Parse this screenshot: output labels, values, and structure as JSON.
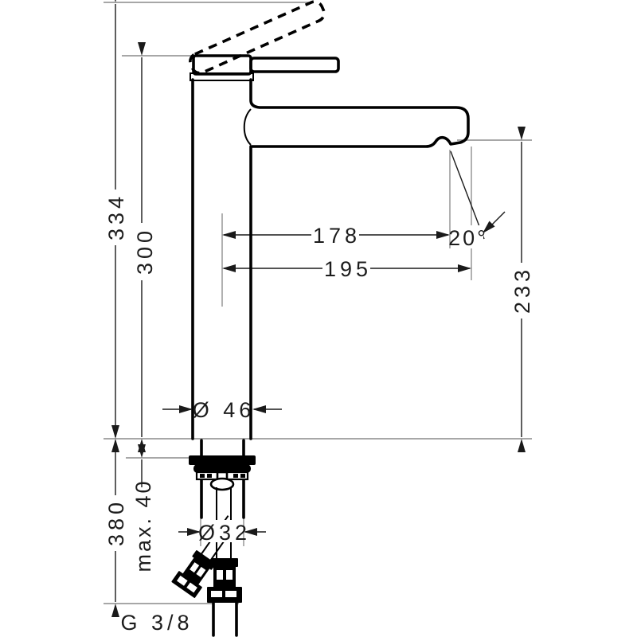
{
  "drawing": {
    "name": "single-lever-basin-mixer-dimension-drawing",
    "line_color": "#000000",
    "dim_color": "#1c1c1c",
    "background": "#ffffff",
    "dims": {
      "overall_height": "334",
      "handle_height": "300",
      "spout_height": "233",
      "aerator_reach": "178",
      "total_reach": "195",
      "spray_angle": "20°",
      "body_diameter": "Ø 46",
      "below_deck_depth": "380",
      "max_mounting_thickness": "max. 40",
      "shank_diameter": "Ø32",
      "connection_thread": "G 3/8"
    }
  }
}
